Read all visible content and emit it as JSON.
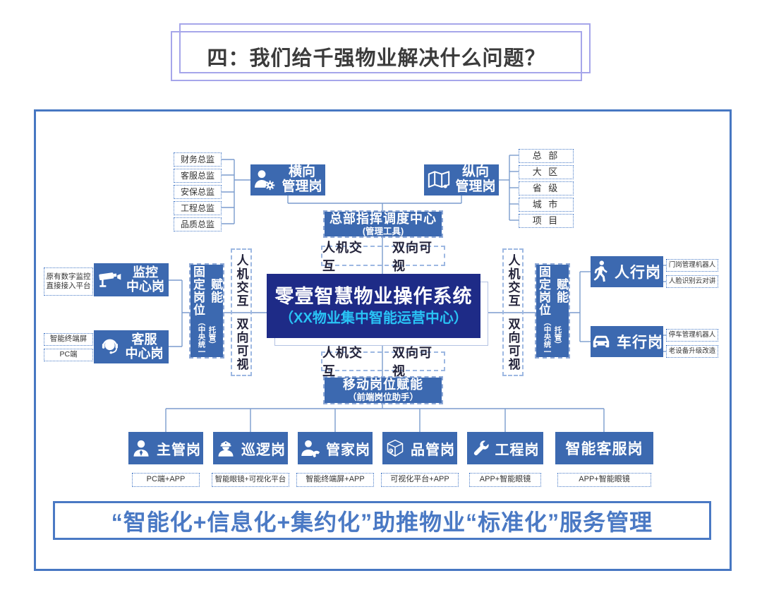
{
  "title": "四：我们给千强物业解决什么问题？",
  "colors": {
    "primary_blue": "#3c69b0",
    "dark_navy": "#1e2b87",
    "cyan_accent": "#29c3f5",
    "connector_blue": "#7b9ccd",
    "banner_blue": "#4a79c4",
    "title_border": "#a6a6ea"
  },
  "top_left_roles": [
    "财务总监",
    "客服总监",
    "安保总监",
    "工程总监",
    "品质总监"
  ],
  "top_right_levels": [
    "总 部",
    "大 区",
    "省 级",
    "城 市",
    "项 目"
  ],
  "horizontal_post": {
    "icon": "person-gear-icon",
    "line1": "横向",
    "line2": "管理岗"
  },
  "vertical_post": {
    "icon": "map-gear-icon",
    "line1": "纵向",
    "line2": "管理岗"
  },
  "hq_center": {
    "line1": "总部指挥调度中心",
    "line2": "(管理工具)"
  },
  "interaction_top": {
    "left": "人机交互",
    "right": "双向可视"
  },
  "interaction_bottom": {
    "left": "人机交互",
    "right": "双向可视"
  },
  "core_system": {
    "line1": "零壹智慧物业操作系统",
    "line2": "（XX物业集中智能运营中心）"
  },
  "left_cluster": {
    "monitor_note_line1": "原有数字监控",
    "monitor_note_line2": "直接接入平台",
    "monitor_post": {
      "icon": "cctv-camera-icon",
      "line1": "监控",
      "line2": "中心岗"
    },
    "service_note_1": "智能终端屏",
    "service_note_2": "PC端",
    "service_post": {
      "icon": "headset-agent-icon",
      "line1": "客服",
      "line2": "中心岗"
    },
    "empower_main": "固定岗位赋能",
    "empower_sub": "（中央统一托管）",
    "interaction_left": "人机交互",
    "interaction_right": "双向可视"
  },
  "right_cluster": {
    "empower_main": "固定岗位赋能",
    "empower_sub": "（中央统一托管）",
    "interaction_left": "人机交互",
    "interaction_right": "双向可视",
    "pedestrian_post": {
      "icon": "walking-person-icon",
      "label": "人行岗"
    },
    "pedestrian_note_1": "门岗管理机器人",
    "pedestrian_note_2": "人脸识别云对讲",
    "vehicle_post": {
      "icon": "car-icon",
      "label": "车行岗"
    },
    "vehicle_note_1": "停车管理机器人",
    "vehicle_note_2": "老设备升级改造"
  },
  "mobile_empower": {
    "line1": "移动岗位赋能",
    "line2": "（前端岗位助手）"
  },
  "mobile_posts": [
    {
      "label": "主管岗",
      "icon": "supervisor-icon",
      "device": "PC端+APP"
    },
    {
      "label": "巡逻岗",
      "icon": "patrol-officer-icon",
      "device": "智能眼镜+可视化平台"
    },
    {
      "label": "管家岗",
      "icon": "butler-phone-icon",
      "device": "智能终端屏+APP"
    },
    {
      "label": "品管岗",
      "icon": "quality-cube-icon",
      "device": "可视化平台+APP"
    },
    {
      "label": "工程岗",
      "icon": "wrench-icon",
      "device": "APP+智能眼镜"
    },
    {
      "label": "智能客服岗",
      "icon": "",
      "device": "APP+智能眼镜"
    }
  ],
  "banner": "“智能化+信息化+集约化”助推物业“标准化”服务管理"
}
